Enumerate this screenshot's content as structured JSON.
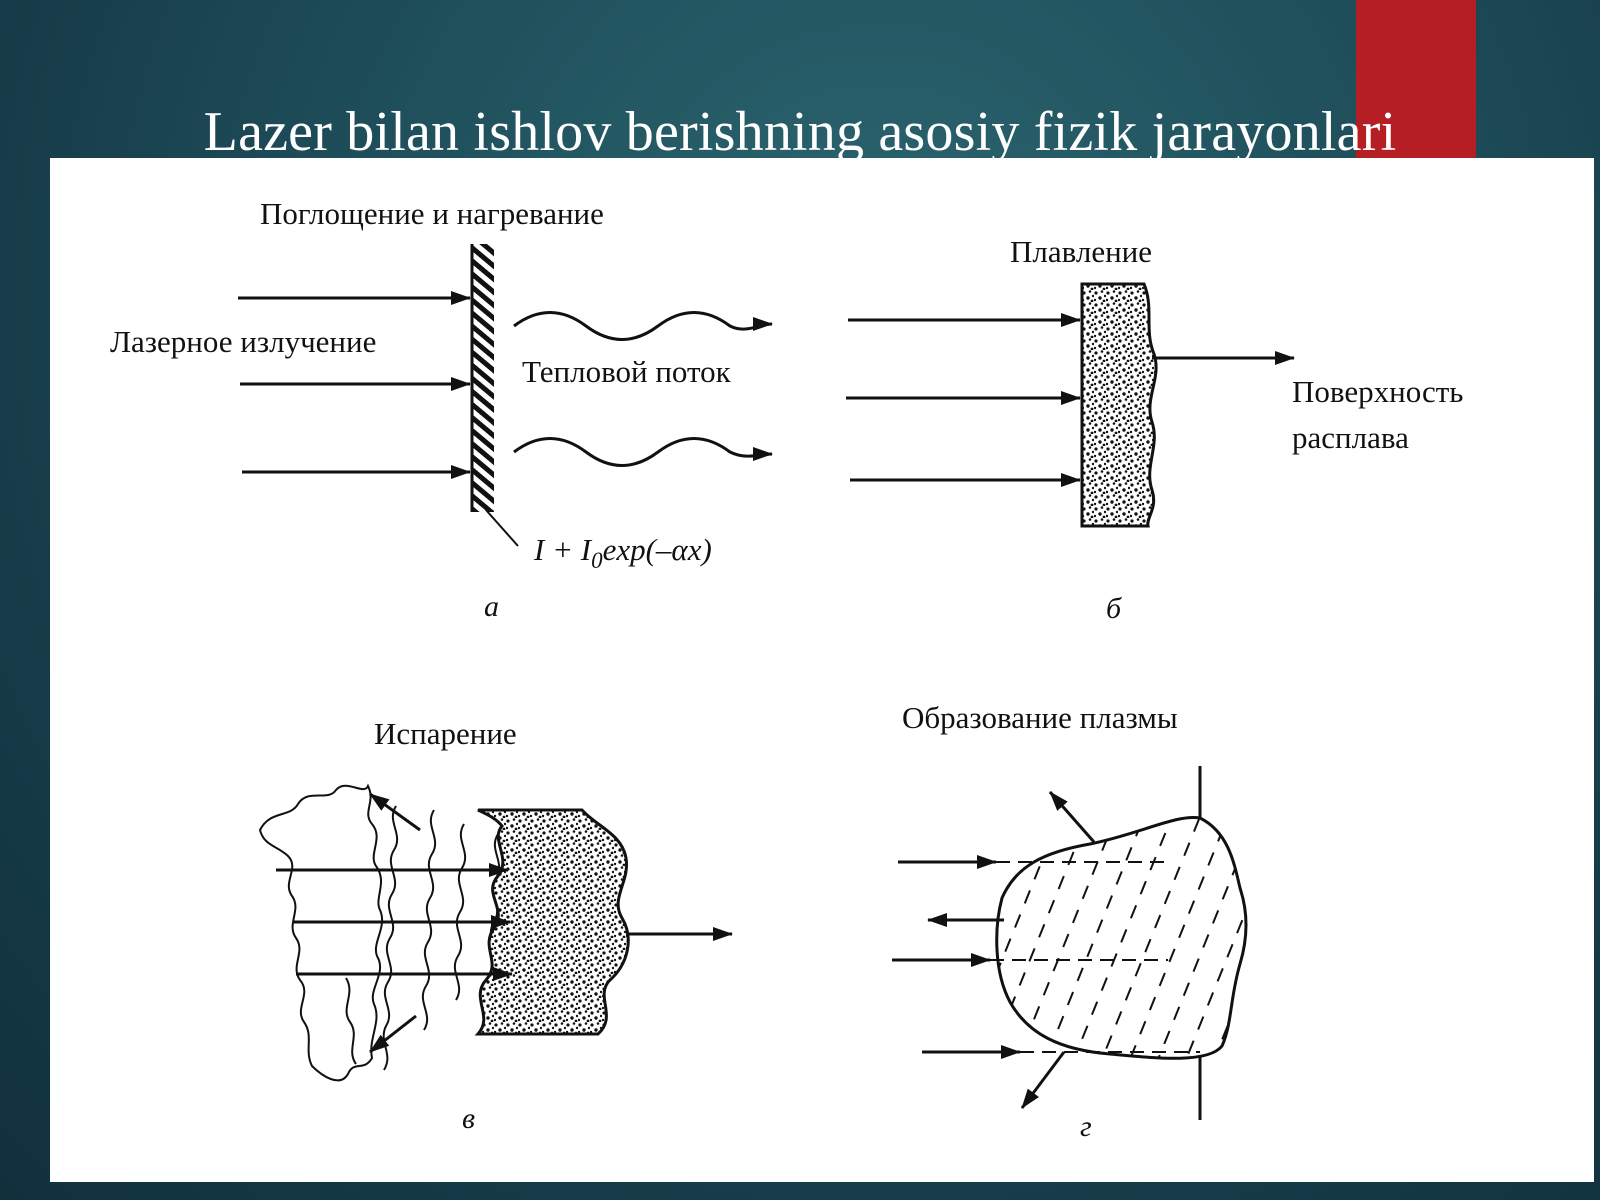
{
  "slide": {
    "title": "Lazer bilan ishlov berishning asosiy fizik jarayonlari",
    "accent_color": "#b51f24"
  },
  "figure": {
    "panels": [
      {
        "letter": "а",
        "title": "Поглощение и нагревание",
        "labels": [
          "Лазерное излучение",
          "Тепловой поток"
        ],
        "formula": {
          "base": "I + I",
          "sub": "0",
          "rest": "exp(–αx)"
        }
      },
      {
        "letter": "б",
        "title": "Плавление",
        "labels": [
          "Поверхность",
          "расплава"
        ]
      },
      {
        "letter": "в",
        "title": "Испарение"
      },
      {
        "letter": "г",
        "title": "Образование плазмы"
      }
    ]
  }
}
